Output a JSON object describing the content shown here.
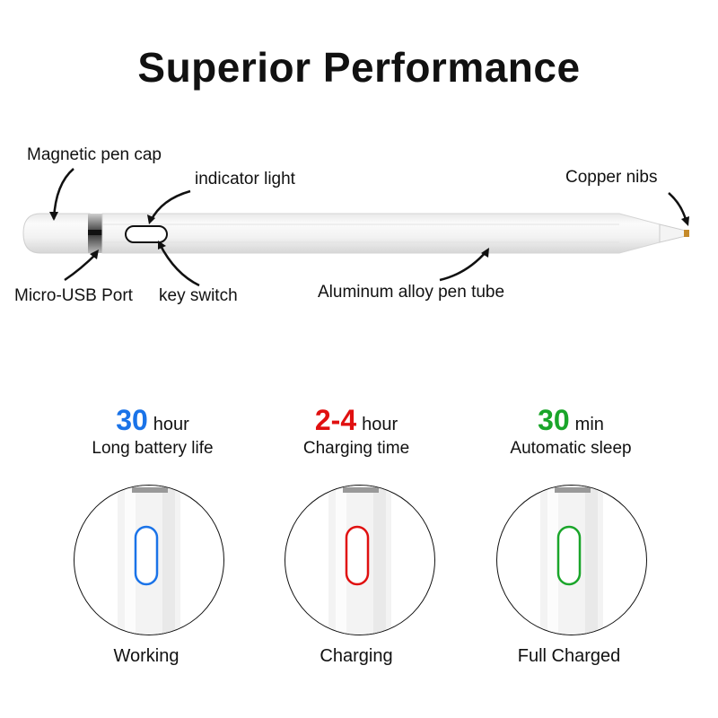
{
  "title": "Superior Performance",
  "callouts": {
    "cap": "Magnetic pen cap",
    "indicator": "indicator light",
    "nibs": "Copper nibs",
    "usb": "Micro-USB Port",
    "key": "key switch",
    "tube": "Aluminum alloy pen tube"
  },
  "stats": [
    {
      "value": "30",
      "unit": "hour",
      "desc": "Long battery life",
      "color": "#1a73e8"
    },
    {
      "value": "2-4",
      "unit": "hour",
      "desc": "Charging time",
      "color": "#e01010"
    },
    {
      "value": "30",
      "unit": "min",
      "desc": "Automatic sleep",
      "color": "#1aa52a"
    }
  ],
  "states": [
    {
      "label": "Working",
      "color": "#1a73e8"
    },
    {
      "label": "Charging",
      "color": "#e01010"
    },
    {
      "label": "Full Charged",
      "color": "#1aa52a"
    }
  ]
}
